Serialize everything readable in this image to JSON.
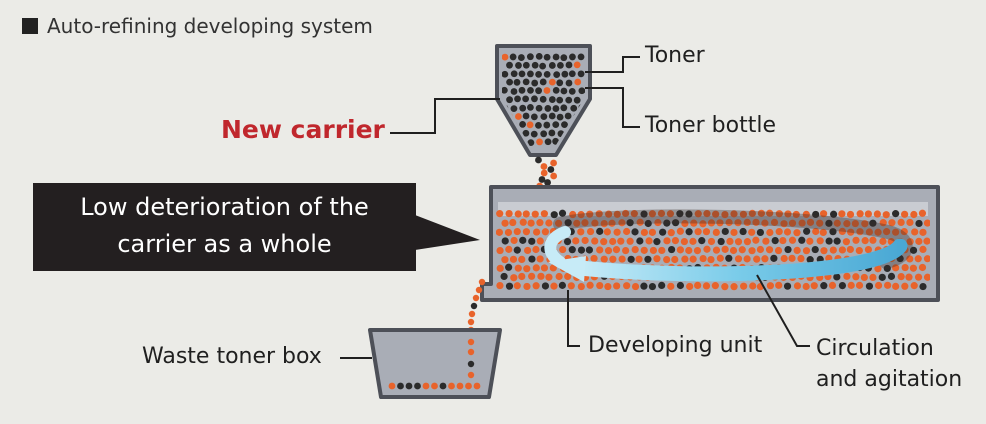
{
  "title": "Auto-refining developing system",
  "labels": {
    "toner": "Toner",
    "toner_bottle": "Toner bottle",
    "new_carrier": "New carrier",
    "callout_line1": "Low deterioration of the",
    "callout_line2": "carrier as a whole",
    "developing_unit": "Developing unit",
    "circulation_line1": "Circulation",
    "circulation_line2": "and agitation",
    "waste_toner_box": "Waste toner box"
  },
  "colors": {
    "background": "#ebebe7",
    "toner_particle": "#2b2b2b",
    "carrier_particle": "#e8632b",
    "container_fill": "#a9adb6",
    "container_border": "#4d5058",
    "callout_bg": "#231f20",
    "new_carrier_text": "#c0272d",
    "arrow": "#6ec8e8"
  }
}
